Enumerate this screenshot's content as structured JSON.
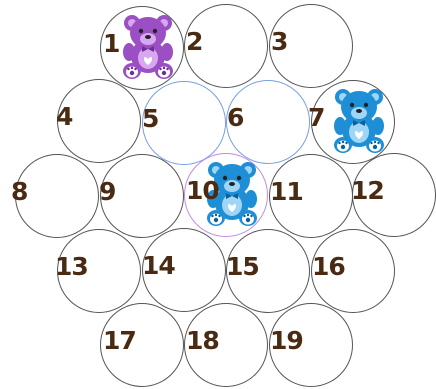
{
  "board": {
    "cells": [
      {
        "label": "1",
        "ring": "normal",
        "bear": "purple"
      },
      {
        "label": "2",
        "ring": "normal",
        "bear": null
      },
      {
        "label": "3",
        "ring": "normal",
        "bear": null
      },
      {
        "label": "4",
        "ring": "normal",
        "bear": null
      },
      {
        "label": "5",
        "ring": "blue",
        "bear": null
      },
      {
        "label": "6",
        "ring": "blue",
        "bear": null
      },
      {
        "label": "7",
        "ring": "normal",
        "bear": "blue"
      },
      {
        "label": "8",
        "ring": "normal",
        "bear": null
      },
      {
        "label": "9",
        "ring": "normal",
        "bear": null
      },
      {
        "label": "10",
        "ring": "purple",
        "bear": "blue"
      },
      {
        "label": "11",
        "ring": "normal",
        "bear": null
      },
      {
        "label": "12",
        "ring": "normal",
        "bear": null
      },
      {
        "label": "13",
        "ring": "normal",
        "bear": null
      },
      {
        "label": "14",
        "ring": "normal",
        "bear": null
      },
      {
        "label": "15",
        "ring": "normal",
        "bear": null
      },
      {
        "label": "16",
        "ring": "normal",
        "bear": null
      },
      {
        "label": "17",
        "ring": "normal",
        "bear": null
      },
      {
        "label": "18",
        "ring": "normal",
        "bear": null
      },
      {
        "label": "19",
        "ring": "normal",
        "bear": null
      }
    ]
  },
  "colors": {
    "number": "#4a2a12",
    "purple_bear": "#9b4fc4",
    "blue_bear": "#1e8fd6",
    "ring_blue": "#7a9fe3",
    "ring_purple": "#c48ae6"
  },
  "icons": {
    "purple": "purple-teddy-bear-icon",
    "blue": "blue-teddy-bear-icon"
  }
}
